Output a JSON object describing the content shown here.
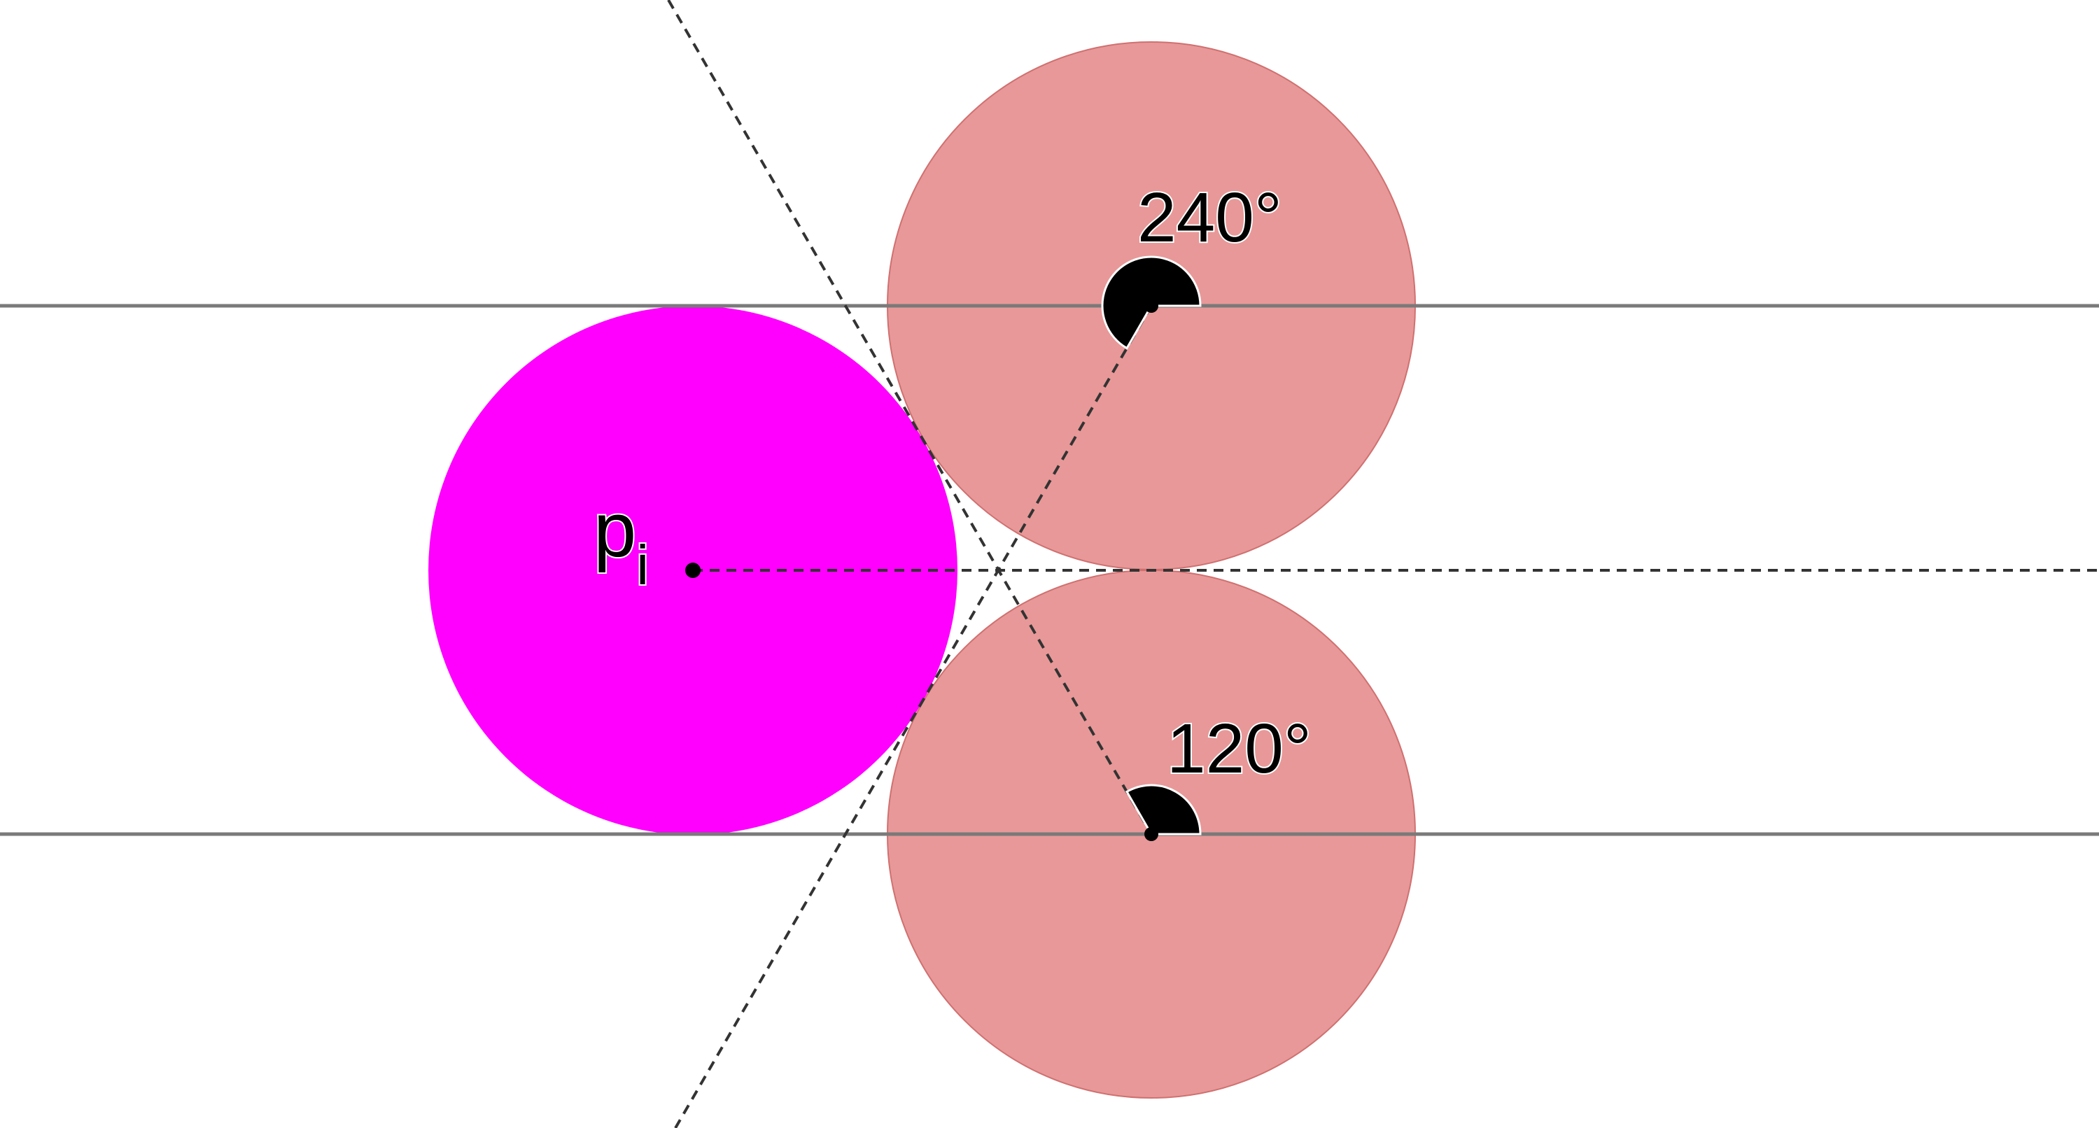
{
  "labels": {
    "point": "p",
    "point_subscript": "i",
    "angle_top": "240°",
    "angle_bottom": "120°"
  },
  "colors": {
    "focus_circle": "#ff00ff",
    "neighbor_circle": "#e89898",
    "neighbor_outline": "#d07070",
    "horizontal_line": "#7a7a7a",
    "dashed_line": "#333333",
    "angle_marker": "#000000"
  }
}
